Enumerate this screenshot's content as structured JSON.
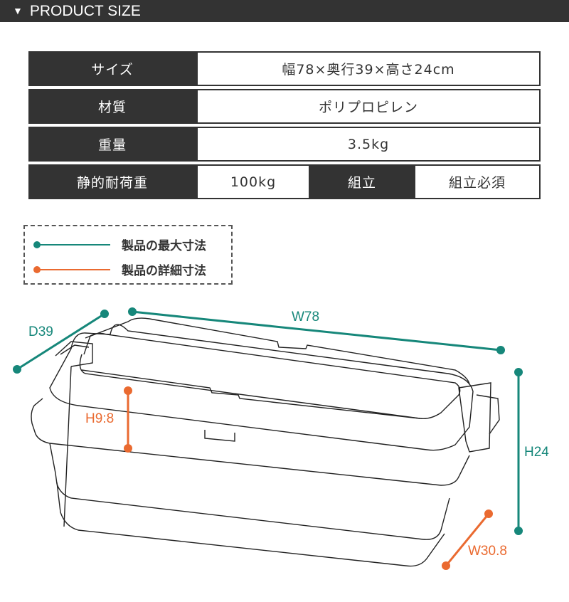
{
  "header": {
    "icon": "triangle-down-icon",
    "title": "PRODUCT SIZE"
  },
  "specs": {
    "size_label": "サイズ",
    "size_value": "幅78×奥行39×高さ24cm",
    "material_label": "材質",
    "material_value": "ポリプロピレン",
    "weight_label": "重量",
    "weight_value": "3.5kg",
    "load_label": "静的耐荷重",
    "load_value": "100kg",
    "assembly_label": "組立",
    "assembly_value": "組立必須"
  },
  "legend": {
    "max": "製品の最大寸法",
    "detail": "製品の詳細寸法"
  },
  "dimensions": {
    "depth": "D39",
    "width": "W78",
    "height": "H24",
    "lid_height": "H9:8",
    "inner_width": "W30.8"
  },
  "colors": {
    "max": "#16877a",
    "detail": "#ea6a30",
    "dark": "#333333"
  }
}
